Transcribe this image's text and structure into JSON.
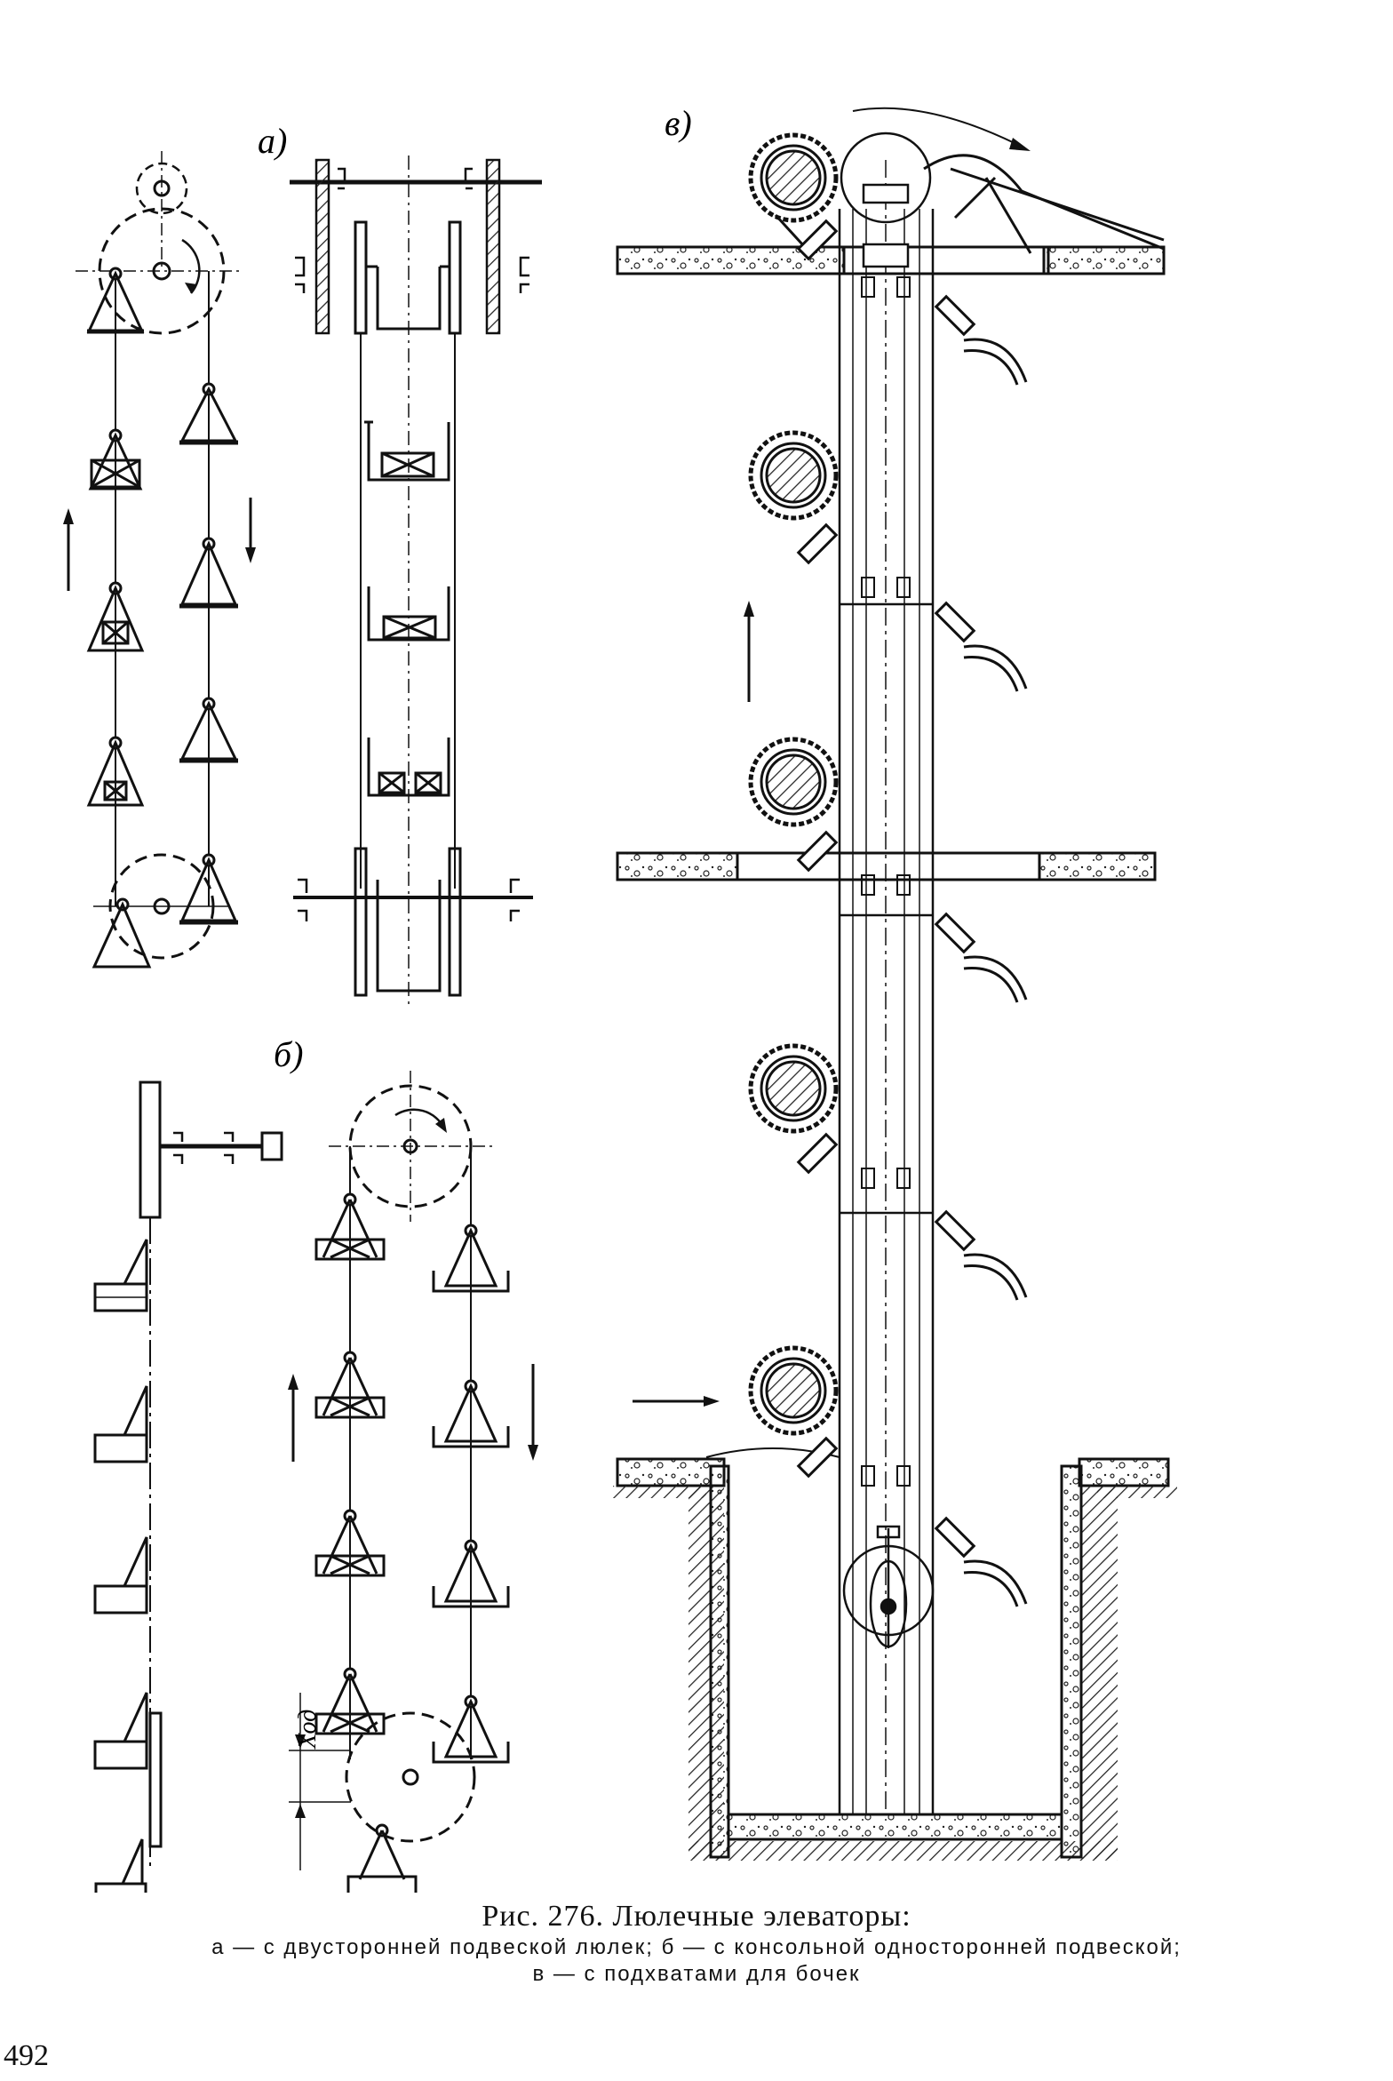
{
  "figure": {
    "panel_labels": {
      "a": "а)",
      "b": "б)",
      "v": "в)"
    },
    "stroke_label": "Ход"
  },
  "caption": {
    "title": "Рис. 276. Люлечные элеваторы:",
    "line1": "а — с двусторонней подвеской люлек; б — с консольной односторонней подвеской;",
    "line2": "в — с подхватами для бочек"
  },
  "page_number": "492"
}
